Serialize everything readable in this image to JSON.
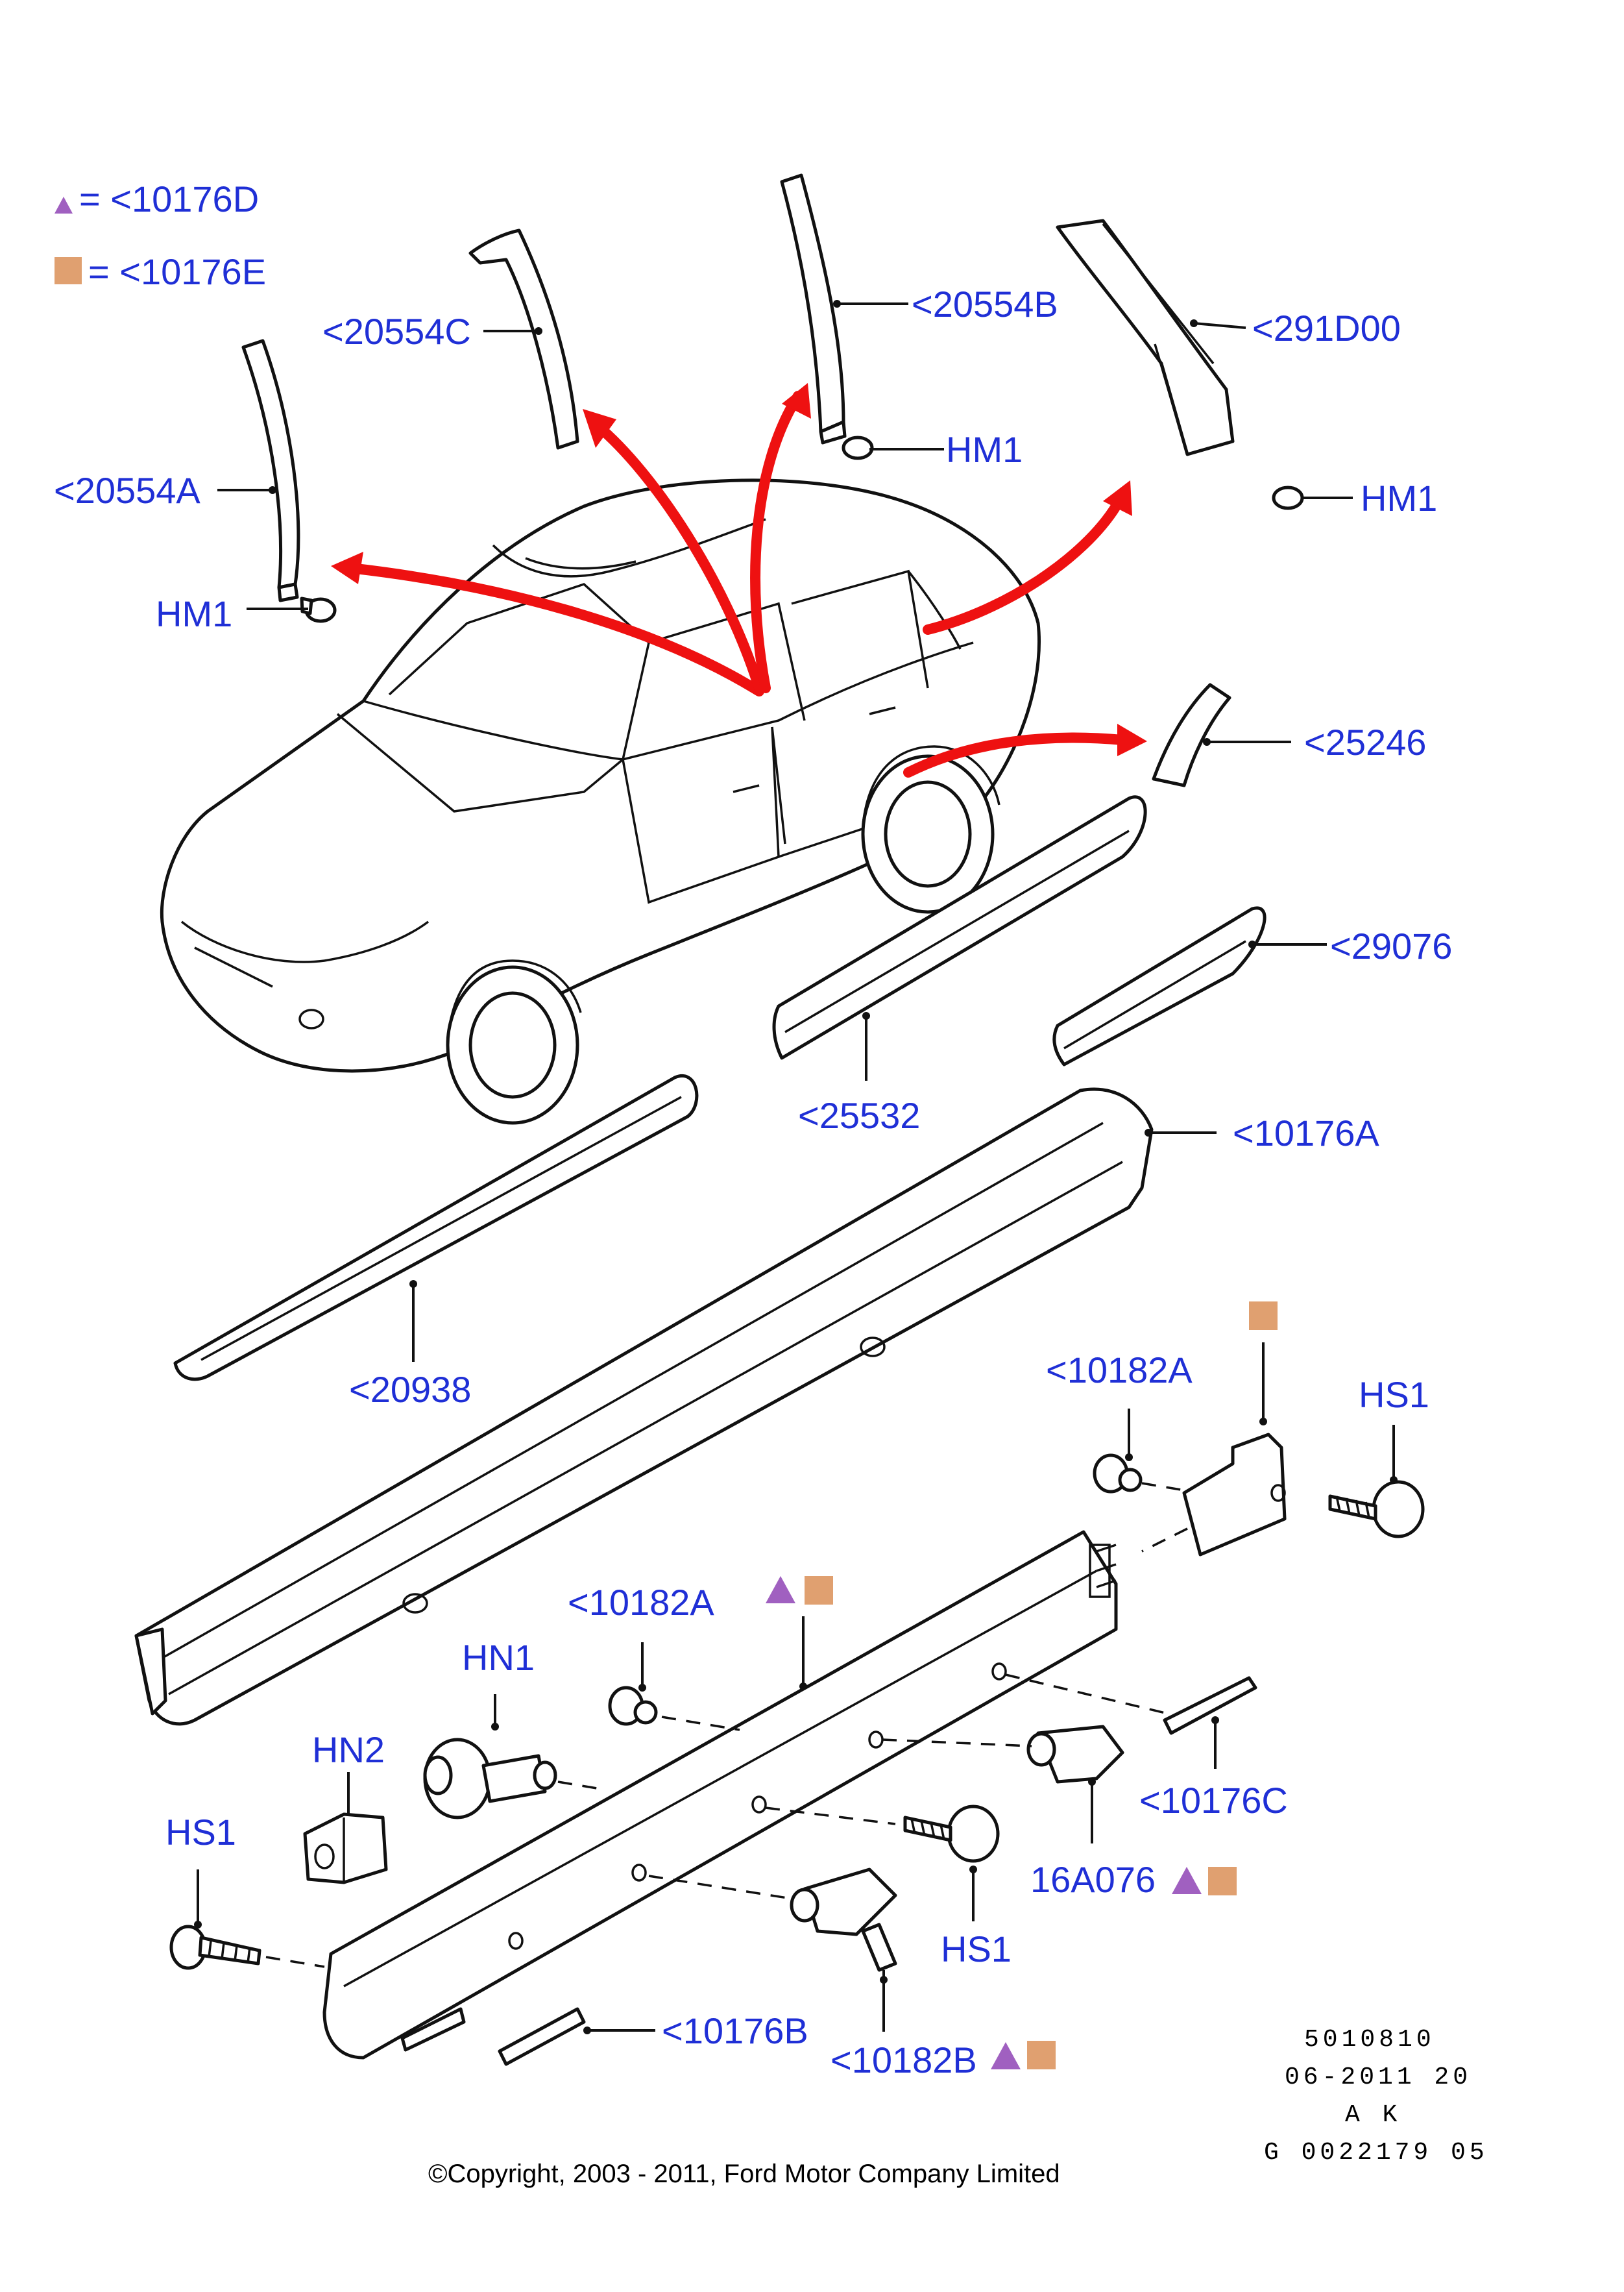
{
  "legend": [
    {
      "symbol": "triangle",
      "color": "#a060c0",
      "text": "= <10176D"
    },
    {
      "symbol": "square",
      "color": "#e0a070",
      "text": "= <10176E"
    }
  ],
  "colors": {
    "label": "#1f2fd6",
    "arrow": "#ee1111",
    "triangle": "#a060c0",
    "square": "#e0a070"
  },
  "labels": {
    "l_20554c": "<20554C",
    "l_20554b": "<20554B",
    "l_291d00": "<291D00",
    "l_20554a": "<20554A",
    "hm1_a": "HM1",
    "hm1_b": "HM1",
    "hm1_c": "HM1",
    "l_25246": "<25246",
    "l_29076": "<29076",
    "l_25532": "<25532",
    "l_10176a": "<10176A",
    "l_20938": "<20938",
    "l_10182a_r": "<10182A",
    "hs1_r": "HS1",
    "l_10182a_l": "<10182A",
    "hn1": "HN1",
    "hn2": "HN2",
    "hs1_l": "HS1",
    "l_10176c": "<10176C",
    "l_16a076": "16A076",
    "hs1_m": "HS1",
    "l_10176b": "<10176B",
    "l_10182b": "<10182B"
  },
  "reference": {
    "line1": "5010810",
    "line2": "06-2011 20",
    "line3": "A K",
    "line4": "G 0022179 05"
  },
  "copyright": "©Copyright, 2003 - 2011, Ford Motor Company Limited"
}
